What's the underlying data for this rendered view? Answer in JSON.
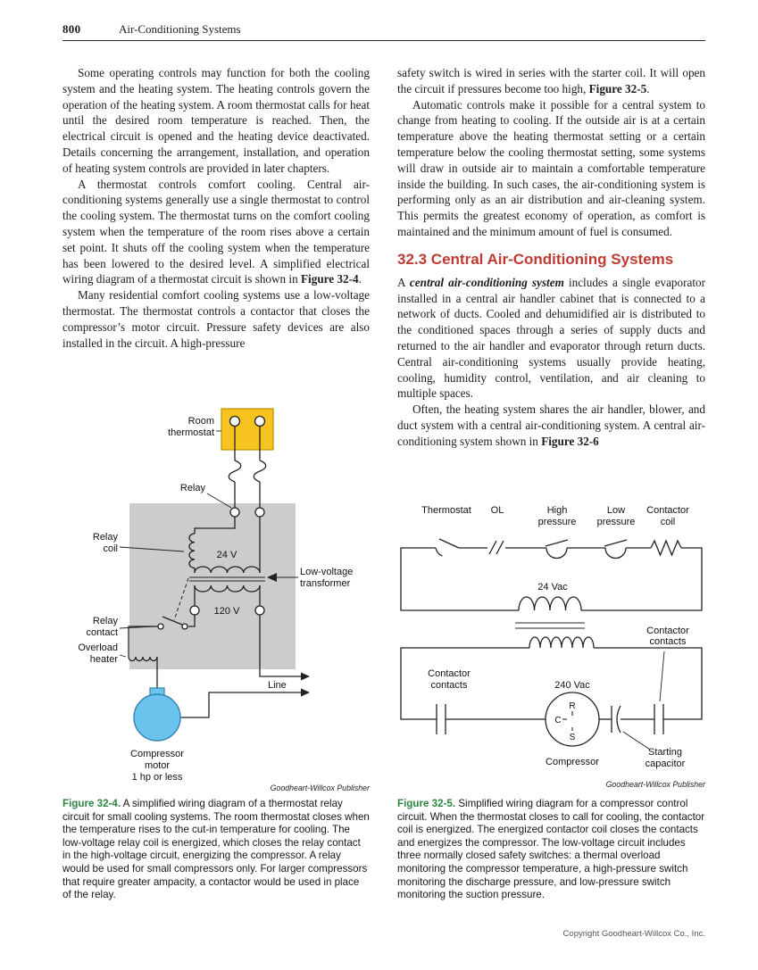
{
  "page": {
    "number": "800",
    "running_head": "Air-Conditioning Systems",
    "copyright": "Copyright Goodheart-Willcox Co., Inc."
  },
  "left_column": {
    "para1": "Some operating controls may function for both the cooling system and the heating system. The heating controls govern the operation of the heating system. A room thermostat calls for heat until the desired room temperature is reached. Then, the electrical circuit is opened and the heating device deactivated. Details concerning the arrangement, installation, and operation of heating system controls are provided in later chapters.",
    "para2_text": "A thermostat controls comfort cooling. Central air-conditioning systems generally use a single thermostat to control the cooling system. The thermostat turns on the comfort cooling system when the temperature of the room rises above a certain set point. It shuts off the cooling system when the temperature has been lowered to the desired level. A simplified electrical wiring diagram of a thermostat circuit is shown in ",
    "para2_ref": "Figure 32-4",
    "para2_end": ".",
    "para3": "Many residential comfort cooling systems use a low-voltage thermostat. The thermostat controls a contactor that closes the compressor’s motor circuit. Pressure safety devices are also installed in the circuit. A high-pressure"
  },
  "right_column": {
    "para1_text": "safety switch is wired in series with the starter coil. It will open the circuit if pressures become too high, ",
    "para1_ref": "Figure 32-5",
    "para1_end": ".",
    "para2": "Automatic controls make it possible for a central system to change from heating to cooling. If the outside air is at a certain temperature above the heating thermostat setting or a certain temperature below the cooling thermostat setting, some systems will draw in outside air to maintain a comfortable temperature inside the building. In such cases, the air-conditioning system is performing only as an air distribution and air-cleaning system. This permits the greatest economy of operation, as comfort is maintained and the minimum amount of fuel is consumed.",
    "section_heading": "32.3 Central Air-Conditioning Systems",
    "para3_lead": "A ",
    "para3_term": "central air-conditioning system",
    "para3_rest": " includes a single evaporator installed in a central air handler cabinet that is connected to a network of ducts. Cooled and dehumidified air is distributed to the conditioned spaces through a series of supply ducts and returned to the air handler and evaporator through return ducts. Central air-conditioning systems usually provide heating, cooling, humidity control, ventilation, and air cleaning to multiple spaces.",
    "para4_text": "Often, the heating system shares the air handler, blower, and duct system with a central air-conditioning system. A central air-conditioning system shown in ",
    "para4_ref": "Figure 32-6"
  },
  "figure4": {
    "labels": {
      "room_thermostat_1": "Room",
      "room_thermostat_2": "thermostat",
      "relay": "Relay",
      "relay_coil_1": "Relay",
      "relay_coil_2": "coil",
      "v24": "24 V",
      "relay_contact_1": "Relay",
      "relay_contact_2": "contact",
      "transformer_1": "Low-voltage",
      "transformer_2": "transformer",
      "v120": "120 V",
      "overload_1": "Overload",
      "overload_2": "heater",
      "line": "Line",
      "motor_1": "Compressor",
      "motor_2": "motor",
      "motor_3": "1 hp or less"
    },
    "credit": "Goodheart-Willcox Publisher",
    "caption_label": "Figure 32-4.",
    "caption_text": "A simplified wiring diagram of a thermostat relay circuit for small cooling systems. The room thermostat closes when the temperature rises to the cut-in temperature for cooling. The low-voltage relay coil is energized, which closes the relay contact in the high-voltage circuit, energizing the compressor. A relay would be used for small compressors only. For larger compressors that require greater ampacity, a contactor would be used in place of the relay."
  },
  "figure5": {
    "labels": {
      "thermostat": "Thermostat",
      "ol": "OL",
      "high_1": "High",
      "high_2": "pressure",
      "low_1": "Low",
      "low_2": "pressure",
      "coil_1": "Contactor",
      "coil_2": "coil",
      "vac24": "24 Vac",
      "contacts_left_1": "Contactor",
      "contacts_left_2": "contacts",
      "vac240": "240 Vac",
      "contacts_right_1": "Contactor",
      "contacts_right_2": "contacts",
      "r": "R",
      "c": "C",
      "s": "S",
      "compressor": "Compressor",
      "cap_1": "Starting",
      "cap_2": "capacitor"
    },
    "credit": "Goodheart-Willcox Publisher",
    "caption_label": "Figure 32-5.",
    "caption_text": "Simplified wiring diagram for a compressor control circuit. When the thermostat closes to call for cooling, the contactor coil is energized. The energized contactor coil closes the contacts and energizes the compressor. The low-voltage circuit includes three normally closed safety switches: a thermal overload monitoring the compressor temperature, a high-pressure switch monitoring the discharge pressure, and low-pressure switch monitoring the suction pressure."
  },
  "colors": {
    "heading_red": "#bf3a33",
    "caption_green": "#2e8540",
    "thermostat_yellow": "#f6c31f",
    "motor_blue": "#6cc4ee",
    "box_gray": "#cccccc"
  }
}
